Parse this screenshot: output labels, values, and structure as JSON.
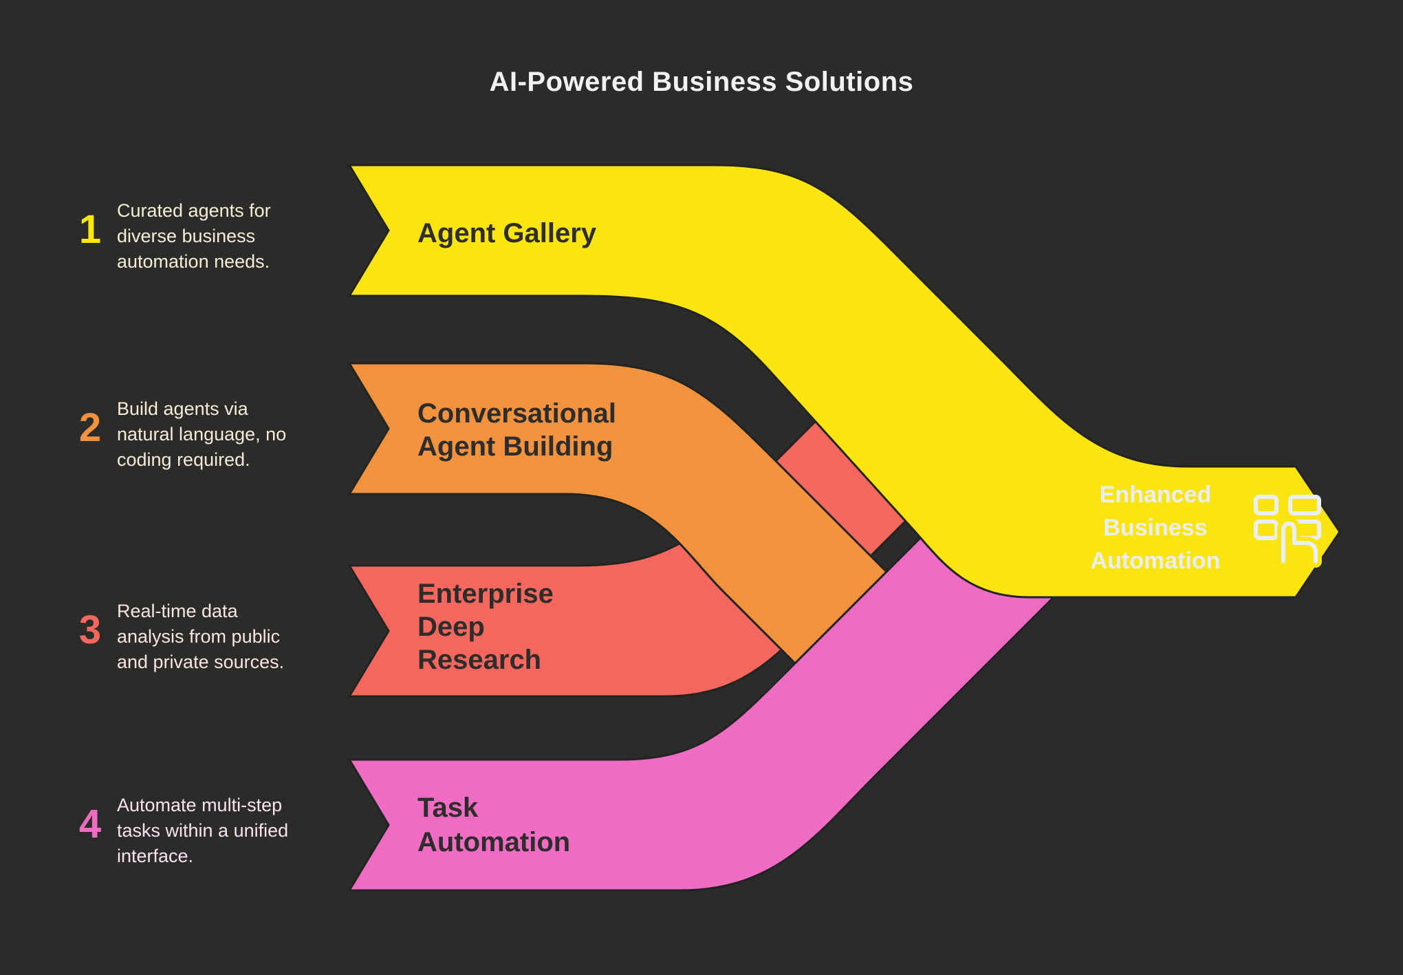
{
  "title": "AI-Powered Business Solutions",
  "colors": {
    "background": "#2b2b29",
    "yellow": "#fbe511",
    "orange": "#f0923e",
    "coral": "#f4675e",
    "pink": "#ee6cc3",
    "band_label_dark": "#2e2d2b",
    "arrow_label_light": "#e9eef8",
    "title_light": "#f2f2f0",
    "outline": "#232321"
  },
  "items": [
    {
      "number": "1",
      "color": "#fbe511",
      "desc_color": "#f5efd8",
      "description_lines": [
        "Curated agents for",
        "diverse business",
        "automation needs."
      ],
      "label_lines": [
        "Agent Gallery"
      ]
    },
    {
      "number": "2",
      "color": "#f0923e",
      "desc_color": "#f7ebda",
      "description_lines": [
        "Build agents via",
        "natural language, no",
        "coding required."
      ],
      "label_lines": [
        "Conversational",
        "Agent Building"
      ]
    },
    {
      "number": "3",
      "color": "#f4675e",
      "desc_color": "#f9e5e3",
      "description_lines": [
        "Real-time data",
        "analysis from public",
        "and private sources."
      ],
      "label_lines": [
        "Enterprise",
        "Deep",
        "Research"
      ]
    },
    {
      "number": "4",
      "color": "#ee6cc3",
      "desc_color": "#f8e3f2",
      "description_lines": [
        "Automate multi-step",
        "tasks within a unified",
        "interface."
      ],
      "label_lines": [
        "Task",
        "Automation"
      ]
    }
  ],
  "result": {
    "label_lines": [
      "Enhanced",
      "Business",
      "Automation"
    ],
    "icon": "tap-menu-icon"
  }
}
